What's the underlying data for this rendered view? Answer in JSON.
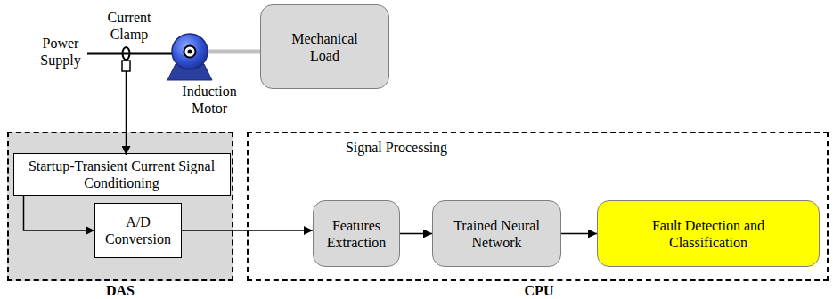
{
  "diagram": {
    "nodes": [
      {
        "text": [
          "Mechanical Load"
        ]
      },
      {
        "text": [
          "DAS"
        ]
      },
      {
        "text": [
          "Startup-Transient Current Signal Conditioning"
        ],
        "in": 1
      },
      {
        "text": [
          "A/D Conversion"
        ],
        "in": 1
      },
      {
        "text": [
          "Signal Processing",
          "CPU"
        ]
      },
      {
        "text": [
          "Features Extraction"
        ],
        "in": 4
      },
      {
        "text": [
          "Trained Neural Network"
        ],
        "in": 4
      },
      {
        "text": [
          "Fault Detection and Classification"
        ],
        "in": 4
      }
    ],
    "edges": [
      {
        "from": 2,
        "to": 3,
        "arrow": "to"
      },
      {
        "from": 3,
        "to": 5,
        "arrow": "to"
      },
      {
        "from": 5,
        "to": 6,
        "arrow": "to"
      },
      {
        "from": 6,
        "to": 7,
        "arrow": "to"
      }
    ],
    "labels": [
      "Power Supply",
      "Current Clamp",
      "Induction Motor"
    ]
  }
}
